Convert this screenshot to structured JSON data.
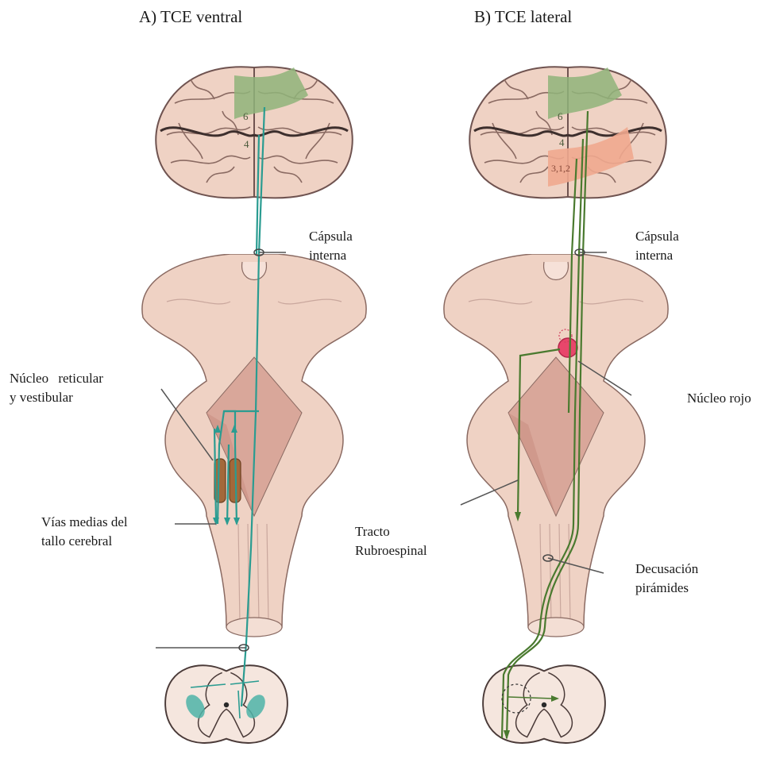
{
  "panels": [
    {
      "title": "A) TCE ventral"
    },
    {
      "title": "B) TCE lateral"
    }
  ],
  "labels": {
    "capsula_a": [
      "Cápsula",
      "interna"
    ],
    "nucleo_ret": [
      "Núcleo reticular",
      "y vestibular"
    ],
    "vias_medias": [
      "Vías medias del",
      "tallo cerebral"
    ],
    "tracto": [
      "Tracto",
      "Rubroespinal"
    ],
    "capsula_b": [
      "Cápsula",
      "interna"
    ],
    "nucleo_rojo": "Núcleo rojo",
    "decusacion": [
      "Decusación",
      "pirámides"
    ]
  },
  "cortex_numbers": {
    "a": [
      "6",
      "4"
    ],
    "b": [
      "6",
      "4",
      "3,1,2"
    ]
  },
  "colors": {
    "tissue": "#efd2c4",
    "tissue_stroke": "#7b5a55",
    "area_motor": "#8fb47a",
    "area_sensory": "#f0a88f",
    "pathway_ventral": "#2a9c91",
    "pathway_lateral": "#4a7a2f",
    "red_nucleus": "#e8466b",
    "reticular_nuclei": "#a3683a"
  }
}
